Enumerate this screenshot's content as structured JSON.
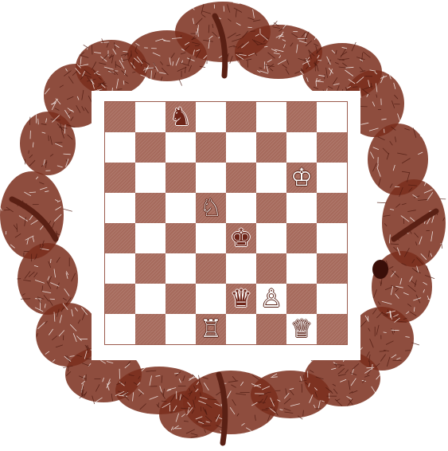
{
  "colors": {
    "foliage": "#7a2e1c",
    "dark_square": "#a66a5c",
    "light_square": "#ffffff",
    "black_piece": "#6e2418",
    "white_piece": "#ffffff"
  },
  "board": {
    "size": 8,
    "pieces": [
      {
        "square": "c8",
        "piece": "knight",
        "color": "black",
        "glyph": "♞"
      },
      {
        "square": "g6",
        "piece": "king",
        "color": "white",
        "glyph": "♔"
      },
      {
        "square": "d5",
        "piece": "knight",
        "color": "white",
        "glyph": "♘"
      },
      {
        "square": "e4",
        "piece": "king",
        "color": "black",
        "glyph": "♚"
      },
      {
        "square": "e2",
        "piece": "queen",
        "color": "black",
        "glyph": "♛"
      },
      {
        "square": "f2",
        "piece": "pawn",
        "color": "white",
        "glyph": "♙"
      },
      {
        "square": "d1",
        "piece": "rook",
        "color": "white",
        "glyph": "♖"
      },
      {
        "square": "g1",
        "piece": "queen",
        "color": "white",
        "glyph": "♕"
      }
    ]
  },
  "decoration": {
    "frame_icon": "tangled-forest-border-icon"
  }
}
